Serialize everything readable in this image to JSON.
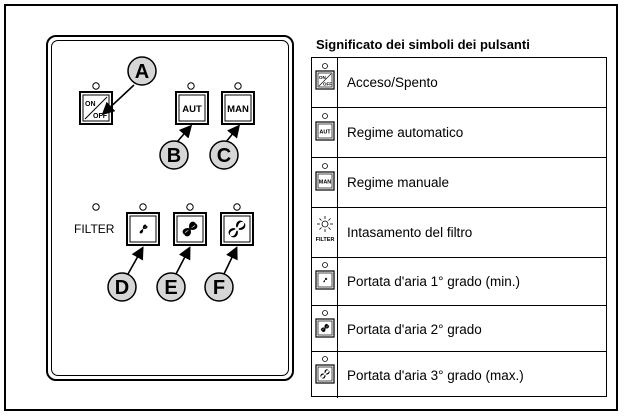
{
  "panel": {
    "buttons": {
      "onoff_top": "ON",
      "onoff_bottom": "OFF",
      "aut": "AUT",
      "man": "MAN"
    },
    "filter_label": "FILTER",
    "callouts": [
      "A",
      "B",
      "C",
      "D",
      "E",
      "F"
    ]
  },
  "legend": {
    "title": "Significato dei simboli dei pulsanti",
    "rows": [
      {
        "icon": "on-off-button-icon",
        "text": "Acceso/Spento"
      },
      {
        "icon": "aut-button-icon",
        "text": "Regime automatico"
      },
      {
        "icon": "man-button-icon",
        "text": "Regime manuale"
      },
      {
        "icon": "filter-led-icon",
        "text": "Intasamento del filtro",
        "icon_label": "FILTER"
      },
      {
        "icon": "fan-speed-1-icon",
        "text": "Portata d'aria 1° grado (min.)"
      },
      {
        "icon": "fan-speed-2-icon",
        "text": "Portata d'aria 2° grado"
      },
      {
        "icon": "fan-speed-3-icon",
        "text": "Portata d'aria 3° grado (max.)"
      }
    ]
  }
}
